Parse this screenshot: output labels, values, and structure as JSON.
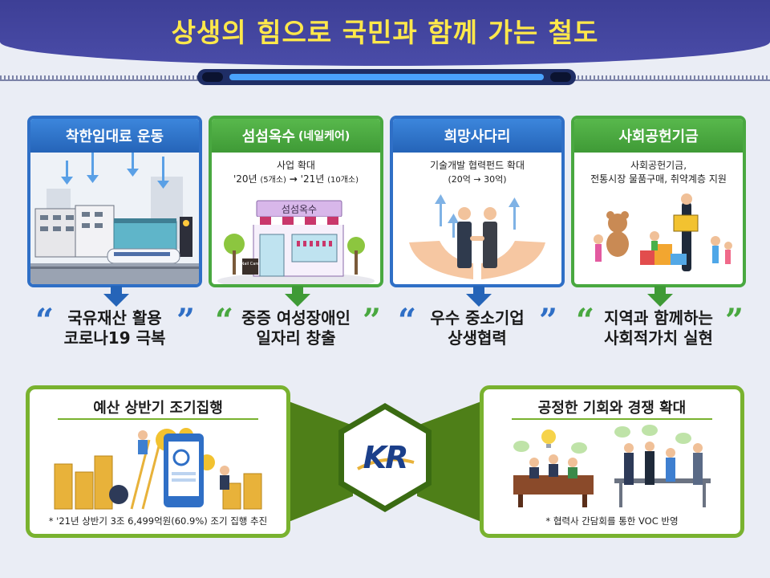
{
  "header": {
    "title": "상생의 힘으로 국민과 함께 가는 철도"
  },
  "cards": [
    {
      "title": "착한임대료 운동",
      "title_small": "",
      "desc": [],
      "quote": [
        "국유재산 활용",
        "코로나19 극복"
      ]
    },
    {
      "title": "섬섬옥수",
      "title_small": "(네일케어)",
      "desc_line1": "사업 확대",
      "desc_line2_a": "'20년",
      "desc_line2_b": "(5개소)",
      "desc_line2_arrow": "→",
      "desc_line2_c": "'21년",
      "desc_line2_d": "(10개소)",
      "shop_sign": "섬섬옥수",
      "nail_sign": "Nail Care",
      "quote": [
        "중증 여성장애인",
        "일자리 창출"
      ]
    },
    {
      "title": "희망사다리",
      "title_small": "",
      "desc_line1": "기술개발 협력펀드 확대",
      "desc_line2": "(20억 → 30억)",
      "quote": [
        "우수 중소기업",
        "상생협력"
      ]
    },
    {
      "title": "사회공헌기금",
      "title_small": "",
      "desc_line1": "사회공헌기금,",
      "desc_line2": "전통시장 물품구매, 취약계층 지원",
      "quote": [
        "지역과 함께하는",
        "사회적가치 실현"
      ]
    }
  ],
  "quote_open": "“",
  "quote_close": "”",
  "bottom": {
    "left": {
      "title": "예산 상반기 조기집행",
      "note": "* '21년 상반기 3조 6,499억원(60.9%) 조기 집행 추진"
    },
    "right": {
      "title": "공정한 기회와 경쟁 확대",
      "note": "* 협력사 간담회를 통한 VOC 반영"
    },
    "logo": "KR"
  },
  "colors": {
    "header": "#3d3f96",
    "title": "#ffe84a",
    "blue": "#2f6fc6",
    "green": "#49a840",
    "olive": "#79b22f"
  }
}
